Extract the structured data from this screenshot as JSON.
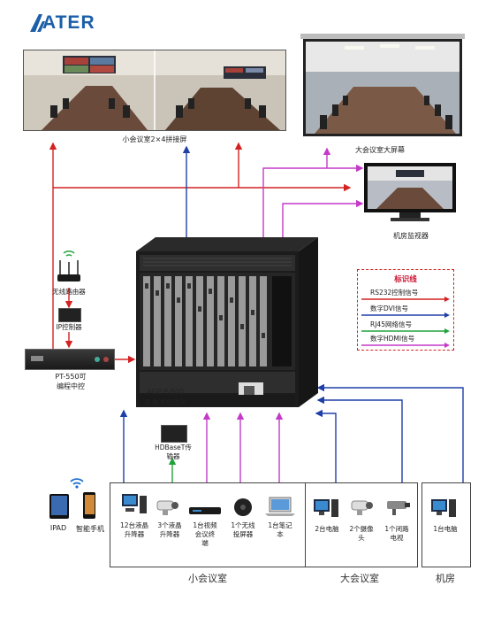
{
  "logo": {
    "text": "ATER",
    "color": "#1c5fa8"
  },
  "displays": {
    "small_room_wall": "小会议室2×4拼接屏",
    "large_room_screen": "大会议室大屏幕",
    "monitor": "机房监视器"
  },
  "matrix": {
    "model": "AGP-P-800",
    "desc": "高清混合矩阵"
  },
  "controller": {
    "model": "PT-550可",
    "desc": "编程中控"
  },
  "router": {
    "label": "无线路由器"
  },
  "ip_controller": {
    "label": "IP控制器"
  },
  "hdbaset": {
    "line1": "HDBaseT传",
    "line2": "输器"
  },
  "mobile": {
    "ipad": "IPAD",
    "phone": "智能手机"
  },
  "legend": {
    "title": "标识线",
    "items": [
      {
        "label": "RS232控制信号",
        "color": "#d32222"
      },
      {
        "label": "数字DVI信号",
        "color": "#1e3fa8"
      },
      {
        "label": "RJ45网络信号",
        "color": "#22a33a"
      },
      {
        "label": "数字HDMI信号",
        "color": "#c43ac8"
      }
    ]
  },
  "sources": {
    "small_room": [
      {
        "line1": "12台液晶",
        "line2": "升降器"
      },
      {
        "line1": "3个液晶",
        "line2": "升降器"
      },
      {
        "line1": "1台视频",
        "line2": "会议终",
        "line3": "端"
      },
      {
        "line1": "1个无线",
        "line2": "投屏器"
      },
      {
        "line1": "1台笔记",
        "line2": "本"
      }
    ],
    "large_room": [
      {
        "line1": "2台电脑"
      },
      {
        "line1": "2个摄像",
        "line2": "头"
      },
      {
        "line1": "1个闭路",
        "line2": "电视"
      }
    ],
    "machine_room": [
      {
        "line1": "1台电脑"
      }
    ]
  },
  "rooms": {
    "small": "小会议室",
    "large": "大会议室",
    "machine": "机房"
  }
}
